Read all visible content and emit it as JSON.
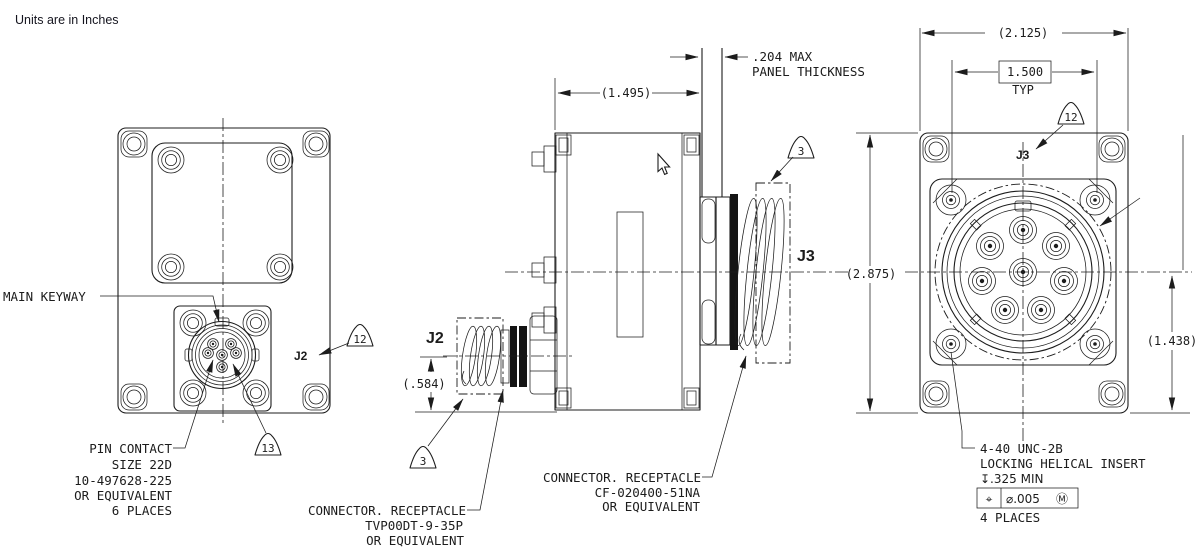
{
  "app": {
    "units_note": "Units are in Inches"
  },
  "front_view_j2": {
    "main_keyway_label": "MAIN KEYWAY",
    "connector_label": "J2",
    "balloon_12": "12",
    "balloon_13": "13",
    "pin_contact_note": [
      "PIN CONTACT",
      "SIZE 22D",
      "10-497628-225",
      "OR EQUIVALENT",
      "6 PLACES"
    ]
  },
  "side_view": {
    "width_dim": "(1.495)",
    "panel_note": [
      ".204 MAX",
      "PANEL THICKNESS"
    ],
    "j2_label": "J2",
    "j3_label": "J3",
    "j2_height_dim": "(.584)",
    "balloon_3_top": "3",
    "balloon_3_bottom": "3",
    "receptacle_note_tvp": [
      "CONNECTOR. RECEPTACLE",
      "TVP00DT-9-35P",
      "OR EQUIVALENT"
    ],
    "receptacle_note_cf": [
      "CONNECTOR. RECEPTACLE",
      "CF-020400-51NA",
      "OR EQUIVALENT"
    ]
  },
  "front_view_j3": {
    "width_dim": "(2.125)",
    "hole_spacing_dim": "1.500",
    "typ_label": "TYP",
    "height_dim": "(2.875)",
    "center_to_bottom_dim": "(1.438)",
    "balloon_12": "12",
    "connector_label": "J3",
    "insert_note": [
      "4-40 UNC-2B",
      "LOCKING HELICAL INSERT",
      "↧.325 MIN",
      "4 PLACES"
    ],
    "fcf": {
      "position_symbol": "⌖",
      "tolerance": "⌀.005",
      "modifier": "Ⓜ"
    }
  },
  "colors": {
    "line": "#1c1c1c",
    "background": "#ffffff"
  }
}
